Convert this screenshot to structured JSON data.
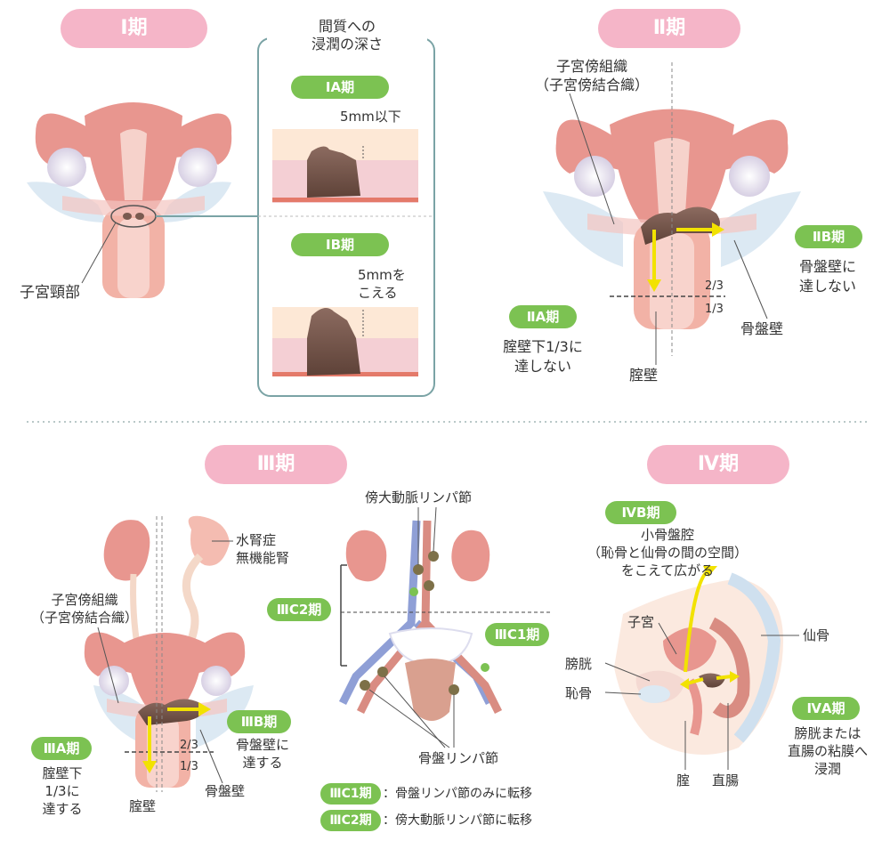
{
  "stage1": {
    "title": "Ⅰ期",
    "cervix_label": "子宮頸部",
    "box_title_1": "間質への",
    "box_title_2": "浸潤の深さ",
    "ia_tag": "ⅠA期",
    "ia_depth": "5mm以下",
    "ib_tag": "ⅠB期",
    "ib_depth_1": "5mmを",
    "ib_depth_2": "こえる"
  },
  "stage2": {
    "title": "Ⅱ期",
    "parametrium_1": "子宮傍組織",
    "parametrium_2": "（子宮傍結合織）",
    "iia_tag": "ⅡA期",
    "iia_desc_1": "腟壁下1/3に",
    "iia_desc_2": "達しない",
    "iib_tag": "ⅡB期",
    "iib_desc_1": "骨盤壁に",
    "iib_desc_2": "達しない",
    "ratio_upper": "2/3",
    "ratio_lower": "1/3",
    "vagina_label": "腟壁",
    "pelvic_wall_label": "骨盤壁"
  },
  "stage3": {
    "title": "Ⅲ期",
    "hydro_1": "水腎症",
    "hydro_2": "無機能腎",
    "parametrium_1": "子宮傍組織",
    "parametrium_2": "（子宮傍結合織）",
    "iiia_tag": "ⅢA期",
    "iiia_desc_1": "腟壁下",
    "iiia_desc_2": "1/3に",
    "iiia_desc_3": "達する",
    "iiib_tag": "ⅢB期",
    "iiib_desc_1": "骨盤壁に",
    "iiib_desc_2": "達する",
    "ratio_upper": "2/3",
    "ratio_lower": "1/3",
    "vagina_label": "腟壁",
    "pelvic_wall_label": "骨盤壁",
    "para_aortic_label": "傍大動脈リンパ節",
    "iiic2_tag": "ⅢC2期",
    "iiic1_tag": "ⅢC1期",
    "pelvic_ln_label": "骨盤リンパ節",
    "legend_c1_tag": "ⅢC1期",
    "legend_c1_text": "：骨盤リンパ節のみに転移",
    "legend_c2_tag": "ⅢC2期",
    "legend_c2_text": "：傍大動脈リンパ節に転移"
  },
  "stage4": {
    "title": "Ⅳ期",
    "ivb_tag": "ⅣB期",
    "ivb_desc_1": "小骨盤腔",
    "ivb_desc_2": "（恥骨と仙骨の間の空間）",
    "ivb_desc_3": "をこえて広がる",
    "uterus": "子宮",
    "bladder": "膀胱",
    "pubis": "恥骨",
    "sacrum": "仙骨",
    "vagina": "腟",
    "rectum": "直腸",
    "iva_tag": "ⅣA期",
    "iva_desc_1": "膀胱または",
    "iva_desc_2": "直腸の粘膜へ",
    "iva_desc_3": "浸潤"
  },
  "colors": {
    "pink_pill": "#f5b5c8",
    "green_tag": "#7cc252",
    "uterus": "#e8968f",
    "tumor": "#7a5a50",
    "arrow_yellow": "#f2e200",
    "box_border": "#7aa3a5",
    "vessel_blue": "#8f9fd6"
  }
}
